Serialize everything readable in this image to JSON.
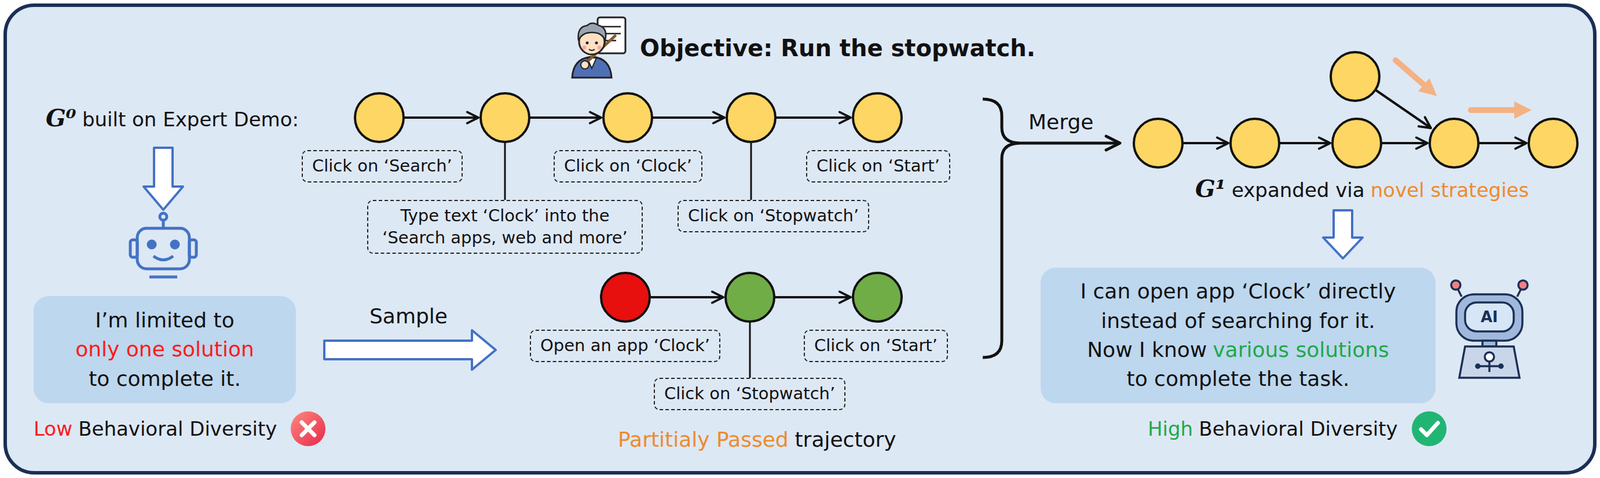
{
  "diagram": {
    "title": "Objective: Run the stopwatch.",
    "nodes": [
      {
        "text": [
          "Click on ‘Search’"
        ]
      },
      {
        "text": [
          "Type text ‘Clock’ into the ‘Search apps, web and more’"
        ]
      },
      {
        "text": [
          "Click on ‘Clock’"
        ]
      },
      {
        "text": [
          "Click on ‘Stopwatch’"
        ]
      },
      {
        "text": [
          "Click on ‘Start’"
        ]
      },
      {
        "text": [
          "I’m limited to",
          "only one solution",
          "to complete it."
        ]
      },
      {
        "text": [
          "Open an app ‘Clock’"
        ]
      },
      {
        "text": [
          "Click on ‘Stopwatch’"
        ]
      },
      {
        "text": [
          "Click on ‘Start’"
        ]
      },
      {
        "text": [
          "I can open app ‘Clock’ directly instead of searching for it.",
          "Now I know",
          "various solutions",
          "to complete the task."
        ]
      }
    ],
    "labels": [
      "G⁰",
      "built on Expert Demo:",
      "Sample",
      "Low",
      "Behavioral Diversity",
      "Partitialy Passed",
      "trajectory",
      "Merge",
      "G¹",
      "expanded via",
      "novel strategies",
      "AI",
      "High",
      "Behavioral Diversity"
    ]
  }
}
